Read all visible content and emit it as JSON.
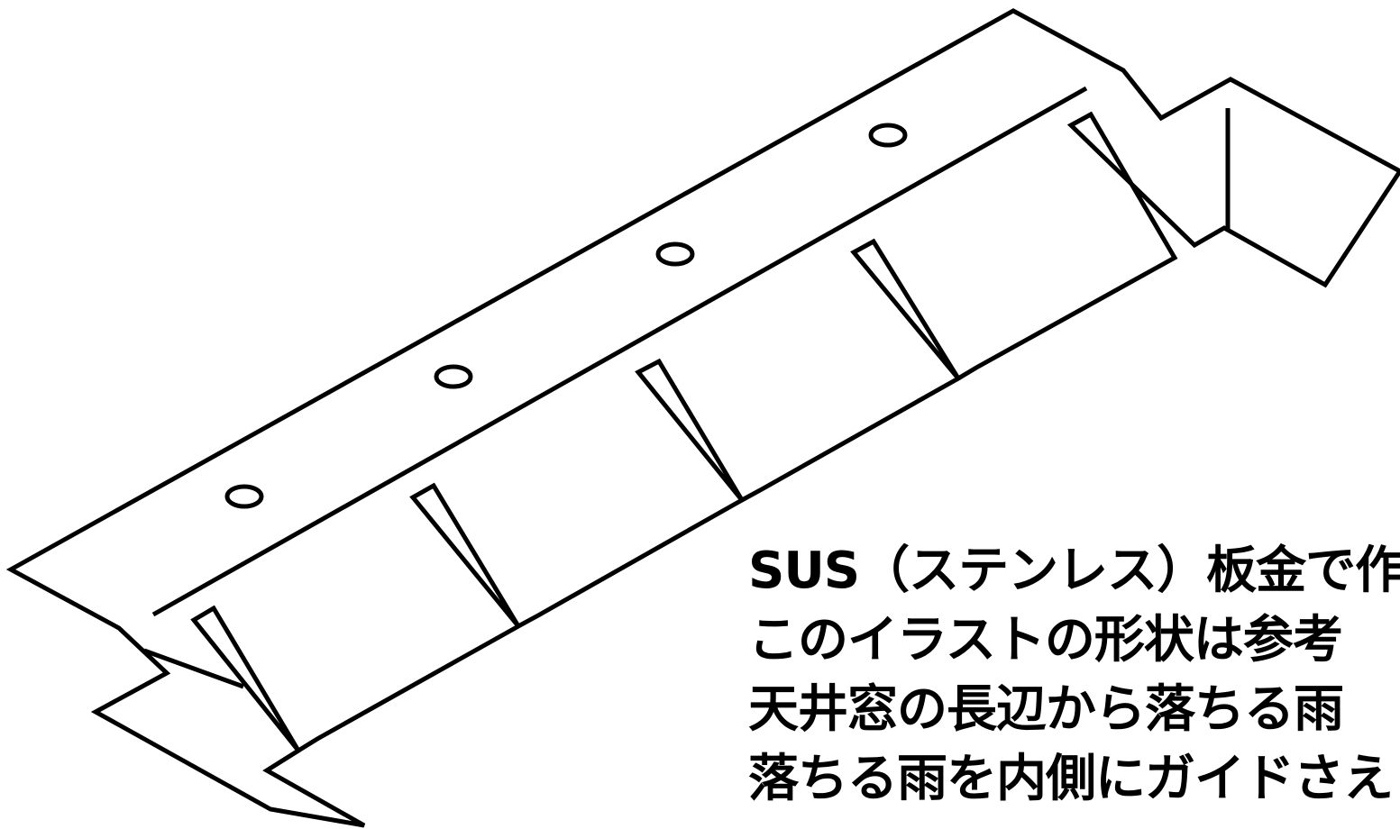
{
  "captions": [
    "SUS（ステンレス）板金で作製",
    "このイラストの形状は参考",
    "天井窓の長辺から落ちる雨",
    "落ちる雨を内側にガイドさえ"
  ]
}
